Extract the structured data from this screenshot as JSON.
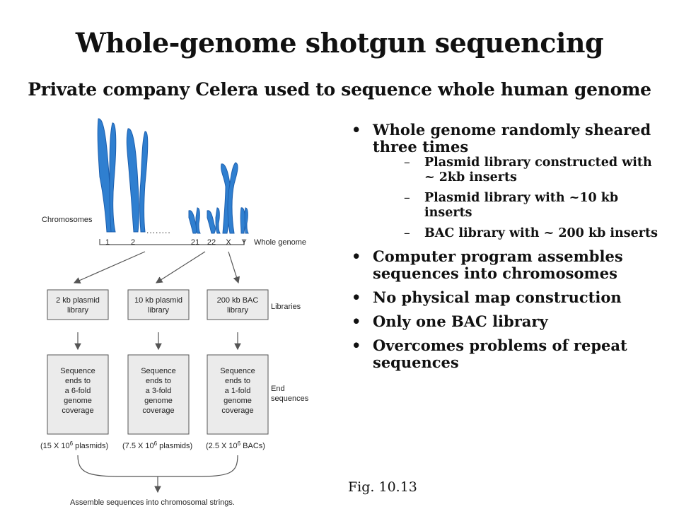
{
  "slide": {
    "title": "Whole-genome shotgun sequencing",
    "subtitle": "Private company Celera used to sequence whole human genome",
    "caption": "Fig. 10.13"
  },
  "bullets": [
    {
      "text": "Whole genome randomly sheared three times",
      "sub": [
        "Plasmid library constructed with ~ 2kb inserts",
        "Plasmid library with ~10 kb inserts",
        "BAC library with ~ 200 kb inserts"
      ]
    },
    {
      "text": "Computer program assembles sequences into chromosomes"
    },
    {
      "text": "No physical map construction"
    },
    {
      "text": "Only one BAC library"
    },
    {
      "text": "Overcomes problems of repeat sequences"
    }
  ],
  "figure": {
    "chromosomes_label": "Chromosomes",
    "ellipsis": "........",
    "chromosome_numbers": [
      "1",
      "2",
      "21",
      "22",
      "X",
      "Y"
    ],
    "whole_genome_label": "Whole genome",
    "libraries": [
      "2 kb plasmid library",
      "10 kb plasmid library",
      "200 kb BAC library"
    ],
    "libraries_label": "Libraries",
    "sequences": [
      "Sequence ends to a 6-fold genome coverage",
      "Sequence ends to a 3-fold genome coverage",
      "Sequence ends to a 1-fold genome coverage"
    ],
    "end_sequences_label": "End sequences",
    "counts": [
      "(15 X 10",
      "(7.5 X 10",
      "(2.5 X 10"
    ],
    "count_exponent": "6",
    "count_units": [
      " plasmids)",
      " plasmids)",
      " BACs)"
    ],
    "assemble_label": "Assemble sequences into chromosomal strings.",
    "colors": {
      "chromosome": "#2f7fd0",
      "chromosome_dark": "#1d5fae",
      "box_fill": "#ebebeb",
      "stroke": "#555555"
    }
  }
}
